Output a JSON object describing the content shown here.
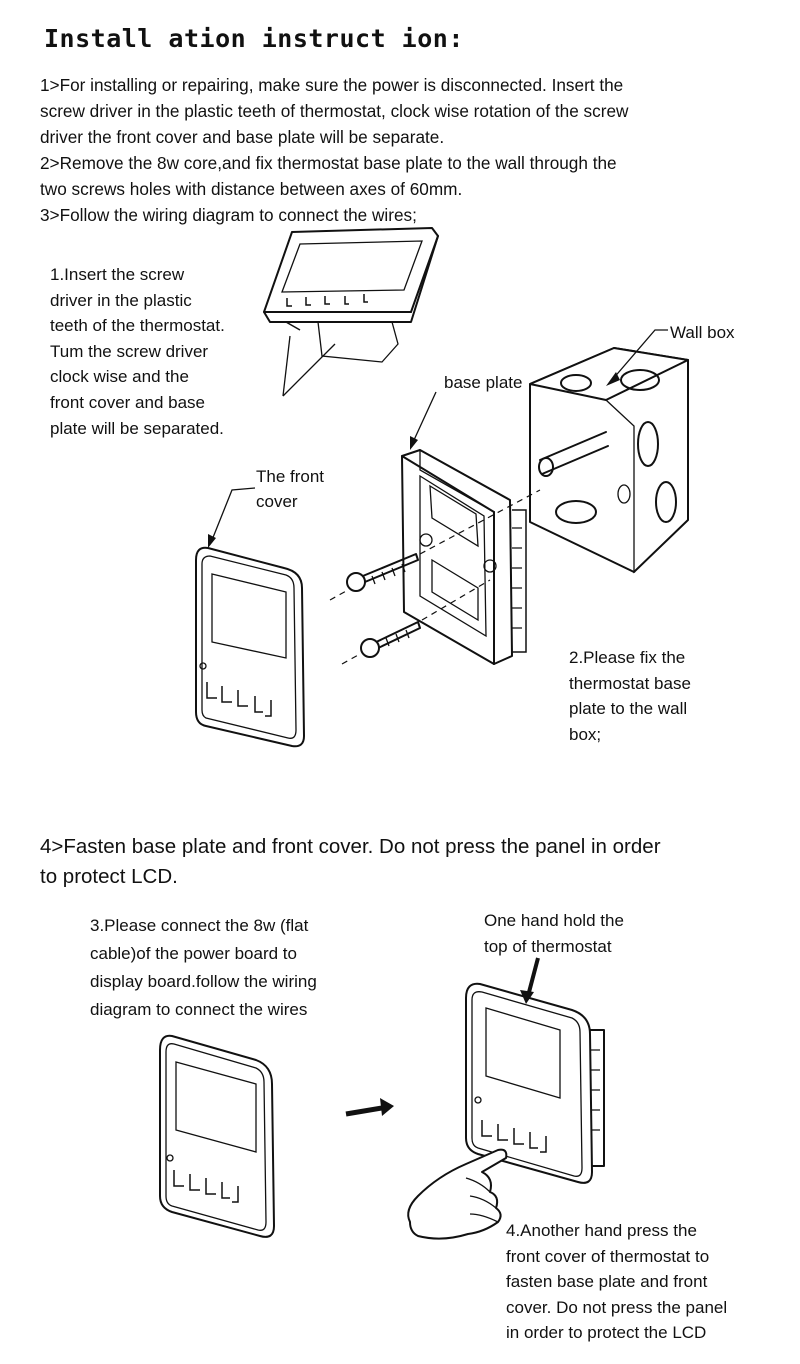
{
  "title": "Install ation instruct ion:",
  "steps": [
    "1>For installing or repairing, make sure the power is disconnected. Insert the",
    "screw driver in the plastic teeth of thermostat, clock wise rotation of the screw",
    "driver the front cover and base plate will be separate.",
    "2>Remove the 8w core,and fix thermostat base plate to the wall through the",
    "two screws holes with distance between axes of 60mm.",
    "3>Follow the wiring diagram to connect the wires;"
  ],
  "diagram1": {
    "note1": [
      "1.Insert the screw",
      "driver in the plastic",
      "teeth of the thermostat.",
      "Tum the screw driver",
      "clock wise and the",
      "front cover and base",
      "plate will be separated."
    ],
    "wall_box": "Wall box",
    "base_plate": "base plate",
    "front_cover": [
      "The front",
      "cover"
    ],
    "note2": [
      "2.Please fix the",
      "thermostat base",
      "plate to the wall",
      "box;"
    ]
  },
  "step4": [
    "4>Fasten base plate and front cover. Do not press the panel in order",
    " to protect LCD."
  ],
  "diagram2": {
    "note3": [
      "3.Please connect the 8w (flat",
      "cable)of the power board to",
      "display board.follow the wiring",
      "diagram to connect the wires"
    ],
    "hold": [
      "One hand hold the",
      "top of thermostat"
    ],
    "note4": [
      "4.Another hand press the",
      "front cover of thermostat to",
      "fasten base plate and front",
      "cover. Do not press the panel",
      "in order to protect the LCD"
    ]
  },
  "colors": {
    "ink": "#111111",
    "background": "#ffffff"
  }
}
